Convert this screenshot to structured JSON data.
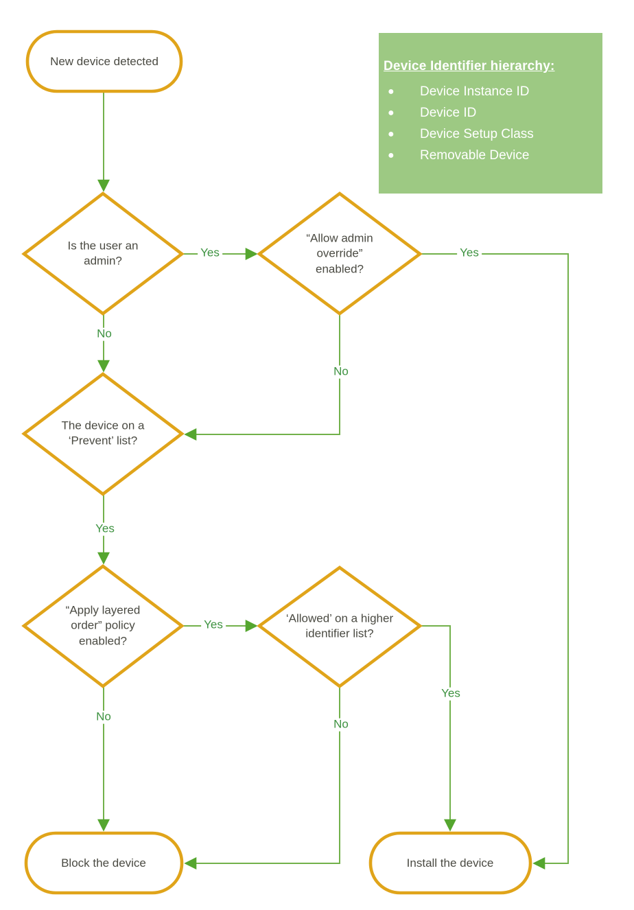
{
  "diagram": {
    "nodes": {
      "start": {
        "type": "terminator",
        "label": "New device detected"
      },
      "admin": {
        "type": "decision",
        "label": "Is the user an admin?"
      },
      "override": {
        "type": "decision",
        "label": "“Allow admin override” enabled?"
      },
      "prevent": {
        "type": "decision",
        "label": "The device on a ‘Prevent’ list?"
      },
      "layered": {
        "type": "decision",
        "label": "“Apply layered order” policy enabled?"
      },
      "allowed": {
        "type": "decision",
        "label": "‘Allowed’ on a higher identifier list?"
      },
      "block": {
        "type": "terminator",
        "label": "Block the device"
      },
      "install": {
        "type": "terminator",
        "label": "Install the device"
      }
    },
    "edges": [
      {
        "from": "start",
        "to": "admin",
        "label": ""
      },
      {
        "from": "admin",
        "to": "override",
        "label": "Yes"
      },
      {
        "from": "admin",
        "to": "prevent",
        "label": "No"
      },
      {
        "from": "override",
        "to": "install",
        "label": "Yes"
      },
      {
        "from": "override",
        "to": "prevent",
        "label": "No"
      },
      {
        "from": "prevent",
        "to": "layered",
        "label": "Yes"
      },
      {
        "from": "layered",
        "to": "allowed",
        "label": "Yes"
      },
      {
        "from": "layered",
        "to": "block",
        "label": "No"
      },
      {
        "from": "allowed",
        "to": "install",
        "label": "Yes"
      },
      {
        "from": "allowed",
        "to": "block",
        "label": "No"
      }
    ]
  },
  "legend": {
    "title": "Device Identifier hierarchy:",
    "items": [
      "Device Instance ID",
      "Device ID",
      "Device Setup Class",
      "Removable Device"
    ]
  },
  "colors": {
    "shape_border": "#E0A41A",
    "connector_line": "#72B14B",
    "arrowhead": "#55A62F",
    "edge_label_text": "#3D9240",
    "node_text": "#4A4A42",
    "legend_background": "#9DC983",
    "legend_text": "#FFFFFF"
  }
}
